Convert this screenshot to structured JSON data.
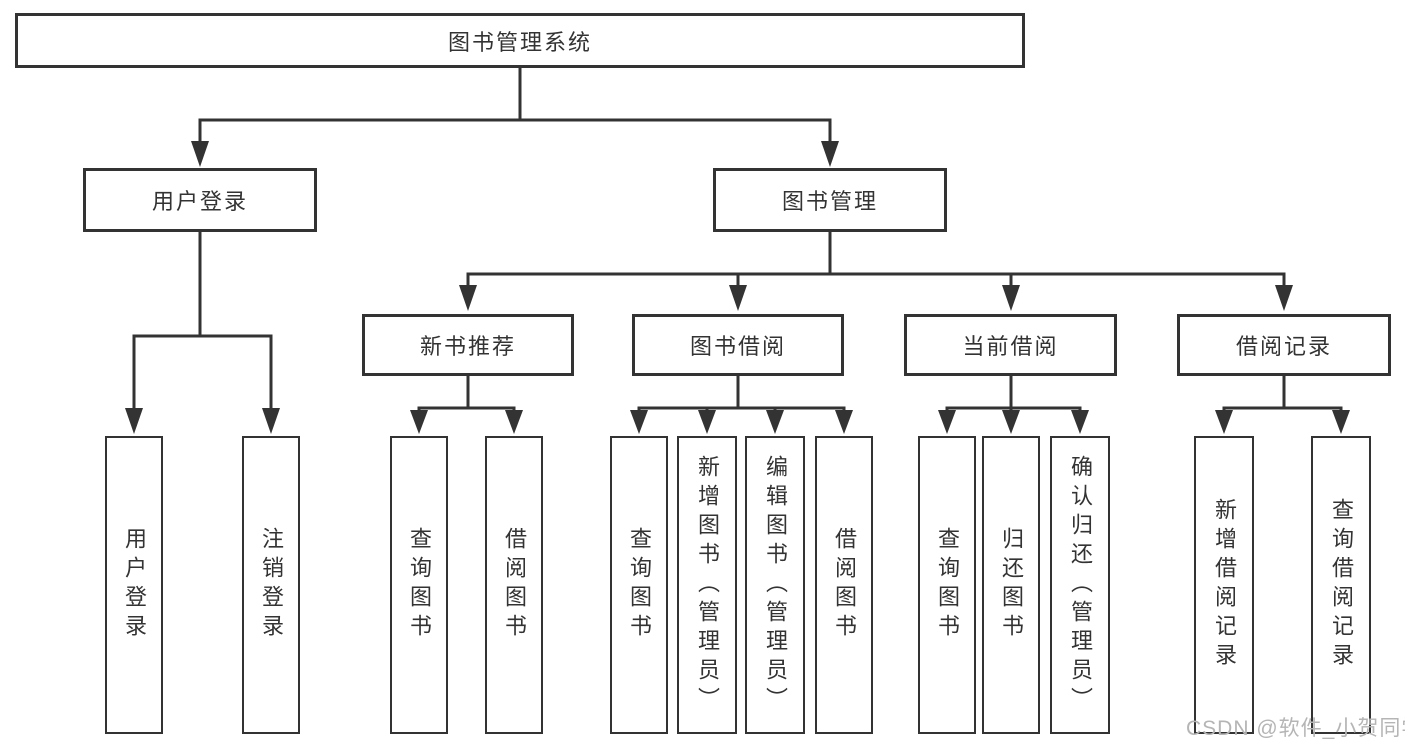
{
  "tree": {
    "label": "图书管理系统",
    "children": [
      {
        "label": "用户登录",
        "children": [
          {
            "label": "用户登录"
          },
          {
            "label": "注销登录"
          }
        ]
      },
      {
        "label": "图书管理",
        "children": [
          {
            "label": "新书推荐",
            "children": [
              {
                "label": "查询图书"
              },
              {
                "label": "借阅图书"
              }
            ]
          },
          {
            "label": "图书借阅",
            "children": [
              {
                "label": "查询图书"
              },
              {
                "label": "新增图书（管理员）"
              },
              {
                "label": "编辑图书（管理员）"
              },
              {
                "label": "借阅图书"
              }
            ]
          },
          {
            "label": "当前借阅",
            "children": [
              {
                "label": "查询图书"
              },
              {
                "label": "归还图书"
              },
              {
                "label": "确认归还（管理员）"
              }
            ]
          },
          {
            "label": "借阅记录",
            "children": [
              {
                "label": "新增借阅记录"
              },
              {
                "label": "查询借阅记录"
              }
            ]
          }
        ]
      }
    ]
  },
  "watermark": {
    "text": "CSDN @软件_小贺同学",
    "color": "#b5b5b5"
  },
  "colors": {
    "line": "#333333",
    "text": "#333333",
    "background": "#ffffff"
  }
}
